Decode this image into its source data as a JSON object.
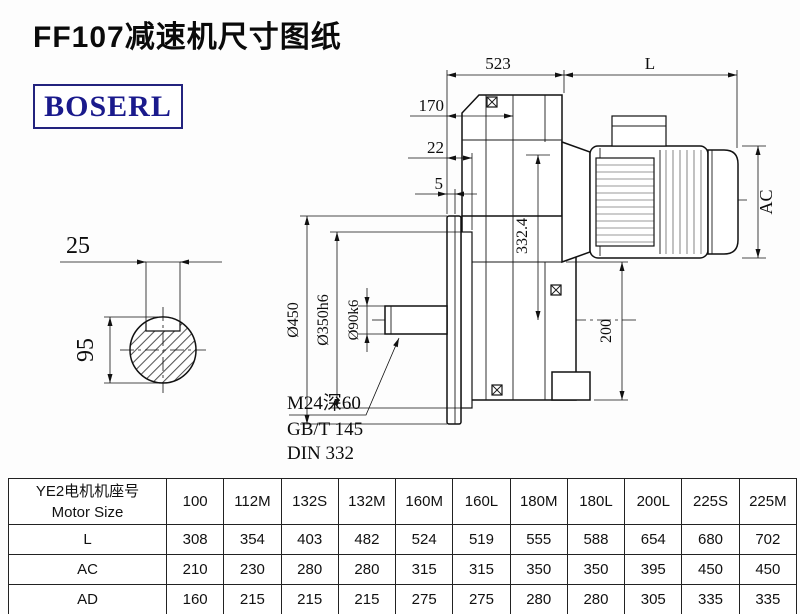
{
  "page": {
    "title": "FF107减速机尺寸图纸",
    "logo": "BOSERL"
  },
  "drawing": {
    "dims": {
      "d523": "523",
      "dL": "L",
      "d170": "170",
      "d22": "22",
      "d5": "5",
      "dAC": "AC",
      "d450": "Ø450",
      "d350": "Ø350h6",
      "d90": "Ø90k6",
      "d3324": "332.4",
      "d200": "200",
      "d25": "25",
      "d95": "95"
    },
    "notes": {
      "thread": "M24深60",
      "gb": "GB/T 145",
      "din": "DIN 332"
    }
  },
  "table": {
    "header_cn": "YE2电机机座号",
    "header_en": "Motor Size",
    "columns": [
      "100",
      "112M",
      "132S",
      "132M",
      "160M",
      "160L",
      "180M",
      "180L",
      "200L",
      "225S",
      "225M"
    ],
    "rows": [
      {
        "label": "L",
        "values": [
          "308",
          "354",
          "403",
          "482",
          "524",
          "519",
          "555",
          "588",
          "654",
          "680",
          "702"
        ]
      },
      {
        "label": "AC",
        "values": [
          "210",
          "230",
          "280",
          "280",
          "315",
          "315",
          "350",
          "350",
          "395",
          "450",
          "450"
        ]
      },
      {
        "label": "AD",
        "values": [
          "160",
          "215",
          "215",
          "215",
          "275",
          "275",
          "280",
          "280",
          "305",
          "335",
          "335"
        ]
      }
    ]
  }
}
